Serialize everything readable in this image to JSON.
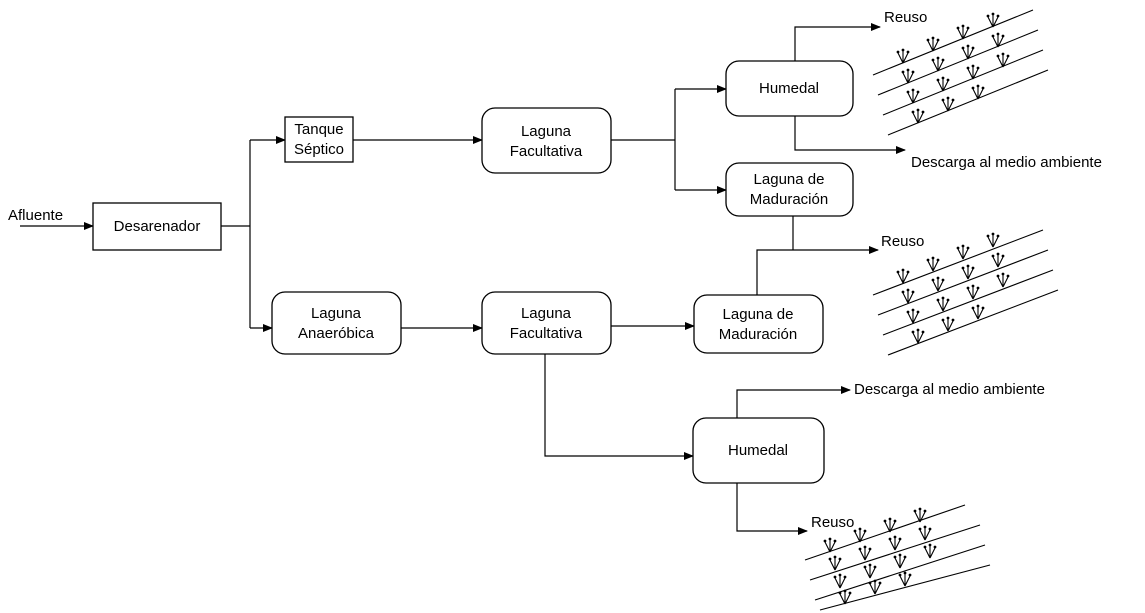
{
  "nodes": {
    "afluente": "Afluente",
    "desarenador": "Desarenador",
    "tanque_septico": [
      "Tanque",
      "Séptico"
    ],
    "laguna_anaerobica": [
      "Laguna",
      "Anaeróbica"
    ],
    "laguna_facultativa_top": [
      "Laguna",
      "Facultativa"
    ],
    "laguna_facultativa_bottom": [
      "Laguna",
      "Facultativa"
    ],
    "humedal_top": "Humedal",
    "laguna_maduracion_top": [
      "Laguna de",
      "Maduración"
    ],
    "laguna_maduracion_bottom": [
      "Laguna de",
      "Maduración"
    ],
    "humedal_bottom": "Humedal"
  },
  "outputs": {
    "reuso_1": "Reuso",
    "descarga_1": "Descarga al medio ambiente",
    "reuso_2": "Reuso",
    "descarga_2": "Descarga al medio ambiente",
    "reuso_3": "Reuso"
  },
  "icons": [
    "arrow-icon",
    "reed-plant-icon",
    "irrigation-field-icon"
  ]
}
